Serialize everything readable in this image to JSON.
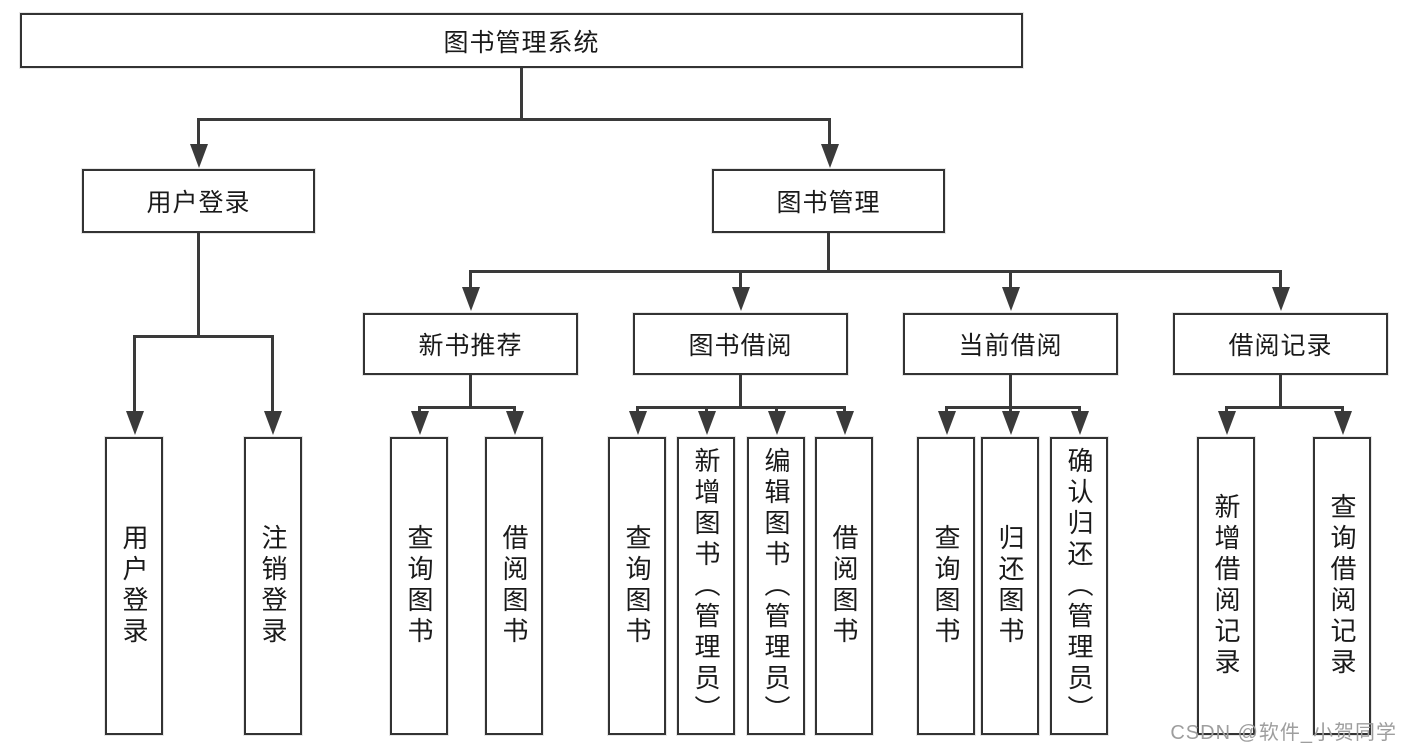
{
  "diagram": {
    "title": "图书管理系统",
    "level2": {
      "user_login": "用户登录",
      "book_management": "图书管理"
    },
    "level3": {
      "new_book_recommend": "新书推荐",
      "book_borrow": "图书借阅",
      "current_borrow": "当前借阅",
      "borrow_records": "借阅记录"
    },
    "leaves": {
      "user": [
        "用户登录",
        "注销登录"
      ],
      "newbook": [
        "查询图书",
        "借阅图书"
      ],
      "borrow": [
        "查询图书",
        "新增图书（管理员）",
        "编辑图书（管理员）",
        "借阅图书"
      ],
      "current": [
        "查询图书",
        "归还图书",
        "确认归还（管理员）"
      ],
      "records": [
        "新增借阅记录",
        "查询借阅记录"
      ]
    },
    "colors": {
      "line": "#3a3a3a",
      "box_border": "#333333",
      "text": "#1a1a1a",
      "watermark": "#9e9e9e",
      "background": "#ffffff"
    },
    "watermark": "CSDN @软件_小贺同学"
  }
}
